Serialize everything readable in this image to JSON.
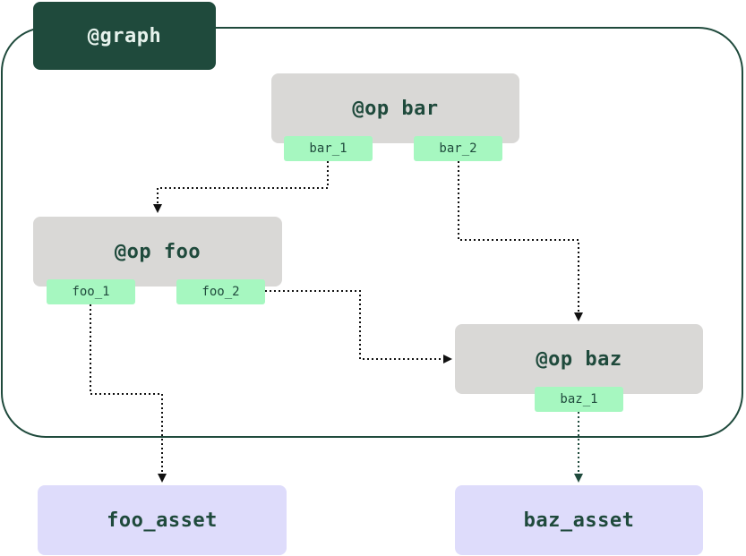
{
  "graph": {
    "label": "@graph"
  },
  "ops": {
    "bar": {
      "label": "@op bar",
      "outputs": [
        "bar_1",
        "bar_2"
      ]
    },
    "foo": {
      "label": "@op foo",
      "outputs": [
        "foo_1",
        "foo_2"
      ]
    },
    "baz": {
      "label": "@op baz",
      "outputs": [
        "baz_1"
      ]
    }
  },
  "assets": {
    "foo_asset": {
      "label": "foo_asset"
    },
    "baz_asset": {
      "label": "baz_asset"
    }
  },
  "edges": [
    {
      "from": "bar_1",
      "to": "@op foo"
    },
    {
      "from": "bar_2",
      "to": "@op baz"
    },
    {
      "from": "foo_2",
      "to": "@op baz"
    },
    {
      "from": "foo_1",
      "to": "foo_asset"
    },
    {
      "from": "baz_1",
      "to": "baz_asset"
    }
  ],
  "colors": {
    "frame": "#1f4a3c",
    "op_fill": "#d9d8d6",
    "port_fill": "#a6f7c0",
    "asset_fill": "#dedcfb",
    "edge": "#111111"
  }
}
